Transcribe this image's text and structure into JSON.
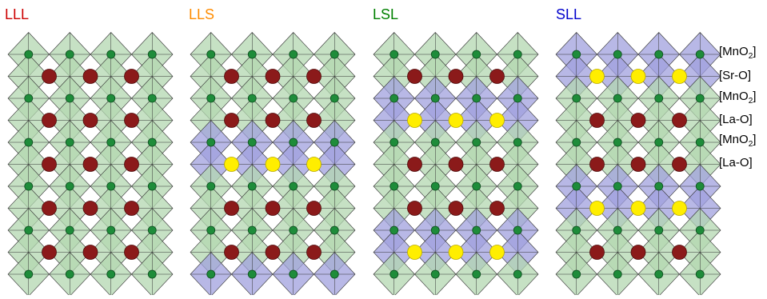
{
  "colors": {
    "lll": "#cc0000",
    "lls": "#ff8c00",
    "lsl": "#008000",
    "sll": "#0000cc",
    "la_octahedron": "#b3d7b0",
    "sr_octahedron": "#a0a0de",
    "la_atom": "#8b1a1a",
    "sr_atom": "#ffee00",
    "mn_atom": "#1e8c3a",
    "edge": "#333333"
  },
  "panels": [
    {
      "title": "LLL",
      "color_key": "lll",
      "layers": [
        "L",
        "L",
        "L",
        "L",
        "L"
      ],
      "sr_after": []
    },
    {
      "title": "LLS",
      "color_key": "lls",
      "layers": [
        "L",
        "L",
        "S",
        "L",
        "L"
      ],
      "sr_after": [
        2,
        5
      ]
    },
    {
      "title": "LSL",
      "color_key": "lsl",
      "layers": [
        "L",
        "S",
        "L",
        "L",
        "S"
      ],
      "sr_after": [
        1,
        4
      ]
    },
    {
      "title": "SLL",
      "color_key": "sll",
      "layers": [
        "S",
        "L",
        "L",
        "S",
        "L"
      ],
      "sr_after": [
        0,
        3
      ]
    }
  ],
  "layer_labels": [
    {
      "main": "[MnO",
      "sub": "2",
      "end": "]"
    },
    {
      "main": "[Sr-O]",
      "sub": "",
      "end": ""
    },
    {
      "main": "[MnO",
      "sub": "2",
      "end": "]"
    },
    {
      "main": "[La-O]",
      "sub": "",
      "end": ""
    },
    {
      "main": "[MnO",
      "sub": "2",
      "end": "]"
    },
    {
      "main": "[La-O]",
      "sub": "",
      "end": ""
    }
  ]
}
